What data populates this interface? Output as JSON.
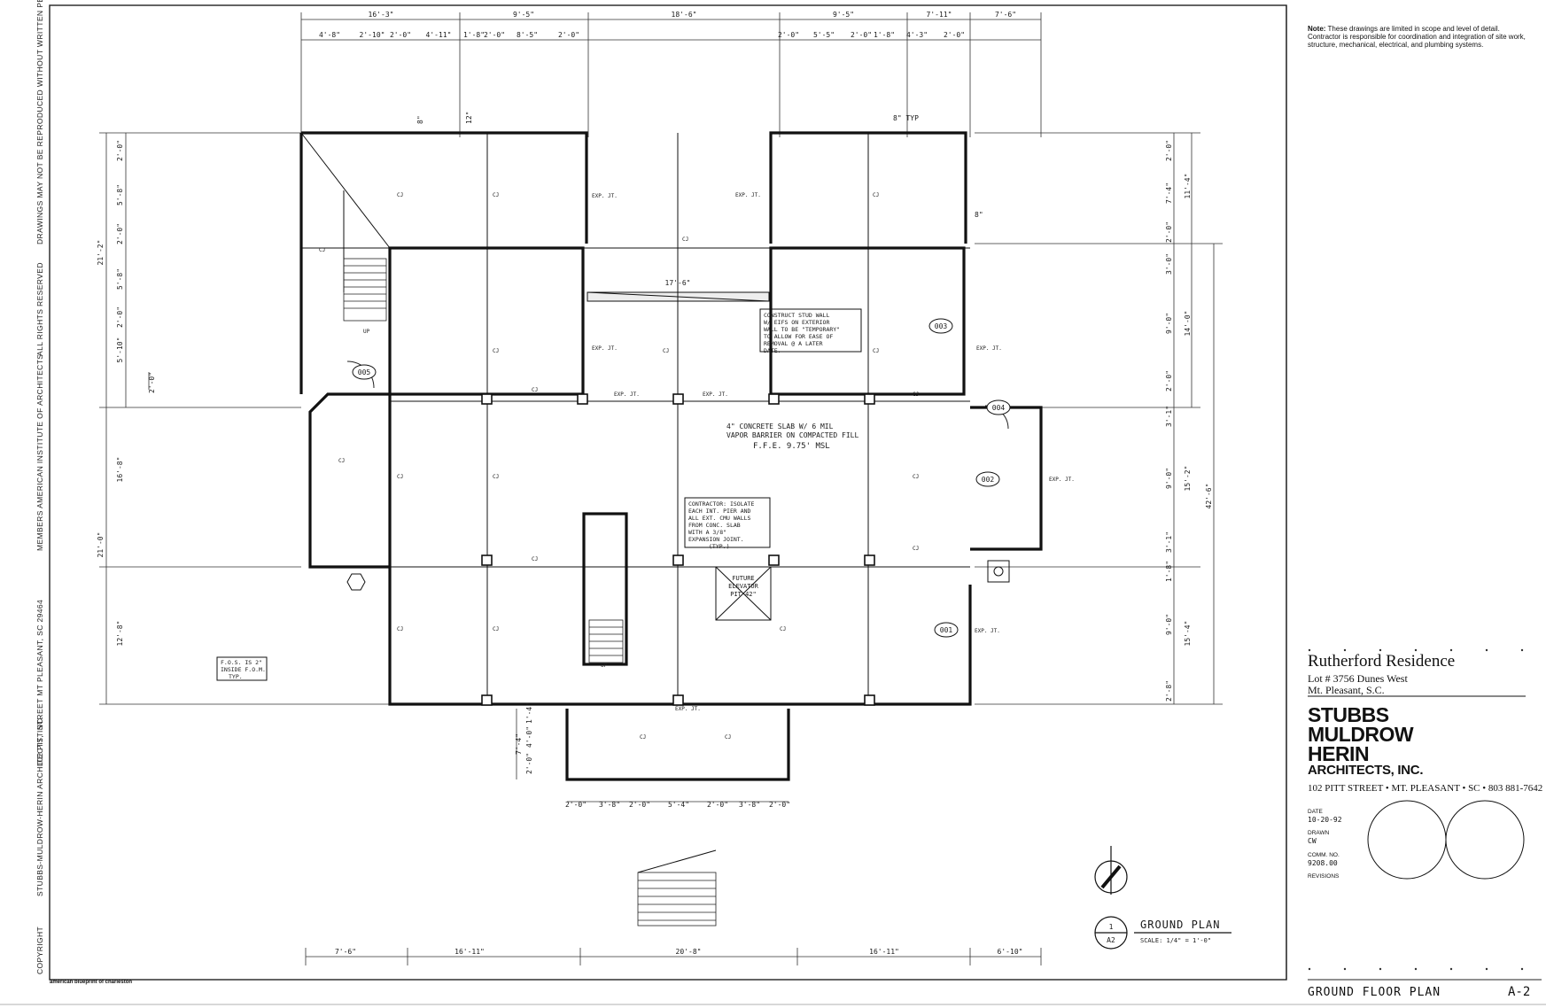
{
  "margin": {
    "copyright": "COPYRIGHT",
    "firm": "STUBBS-MULDROW-HERIN ARCHITECTS, INC.",
    "address": "102 PITT STREET MT PLEASANT, SC 29464",
    "members": "MEMBERS AMERICAN INSTITUTE OF ARCHITECTS",
    "rights": "ALL RIGHTS RESERVED",
    "reproduction": "DRAWINGS MAY NOT BE REPRODUCED WITHOUT WRITTEN PERMISSION"
  },
  "printer_mark": "american blueprint of charleston",
  "plan": {
    "dims_top_overall": [
      "16'-3\"",
      "9'-5\"",
      "18'-6\"",
      "9'-5\"",
      "7'-11\"",
      "7'-6\""
    ],
    "dims_top_detail_left": [
      "4'-8\"",
      "2'-10\"",
      "2'-0\"",
      "4'-11\"",
      "1'-8\"",
      "2'-0\"",
      "8'-5\"",
      "2'-0\""
    ],
    "dims_top_detail_right": [
      "2'-0\"",
      "5'-5\"",
      "2'-0\"",
      "1'-8\"",
      "4'-3\"",
      "2'-0\""
    ],
    "dims_left_detail": [
      "2'-0\"",
      "5'-8\"",
      "2'-0\"",
      "5'-8\"",
      "2'-0\"",
      "5'-10\""
    ],
    "dims_left_overall": [
      "21'-2\"",
      "16'-8\"",
      "21'-0\"",
      "12'-8\""
    ],
    "dims_right_detail": [
      "2'-0\"",
      "7'-4\"",
      "2'-0\"",
      "3'-0\"",
      "9'-0\"",
      "2'-0\"",
      "3'-1\"",
      "9'-0\"",
      "3'-1\"",
      "1'-8\"",
      "9'-0\"",
      "2'-8\""
    ],
    "dims_right_overall": [
      "11'-4\"",
      "14'-0\"",
      "15'-2\"",
      "15'-4\""
    ],
    "dims_right_total": "42'-6\"",
    "dims_bottom": [
      "7'-6\"",
      "16'-11\"",
      "20'-8\"",
      "16'-11\"",
      "6'-10\""
    ],
    "dims_porch": [
      "2'-0\"",
      "3'-8\"",
      "2'-0\"",
      "5'-4\"",
      "2'-0\"",
      "3'-8\"",
      "2'-0\""
    ],
    "dims_porch_side": [
      "7'-4\"",
      "4'-0\"",
      "2'-0\"",
      "1'-4\""
    ],
    "dim_interior": "17'-6\"",
    "dim_left_small": "2'-0\"",
    "dims_pier_marks": [
      "8\"",
      "12\"",
      "8\" TYP",
      "8\""
    ],
    "rooms": [
      "005",
      "004",
      "003",
      "002",
      "001"
    ],
    "slab_note": [
      "4\" CONCRETE SLAB W/ 6 MIL",
      "VAPOR BARRIER ON COMPACTED FILL",
      "F.F.E. 9.75' MSL"
    ],
    "stud_note": [
      "CONSTRUCT STUD WALL",
      "W/ EIFS ON EXTERIOR",
      "WALL TO BE \"TEMPORARY\"",
      "TO ALLOW FOR EASE OF",
      "REMOVAL @ A LATER",
      "DATE."
    ],
    "contractor_note": [
      "CONTRACTOR: ISOLATE",
      "EACH INT. PIER AND",
      "ALL EXT. CMU WALLS",
      "FROM CONC. SLAB",
      "WITH A 3/8\"",
      "EXPANSION JOINT.",
      "(TYP.)"
    ],
    "elevator_note": [
      "FUTURE",
      "ELEVATOR",
      "PIT 42\""
    ],
    "fos_note": [
      "F.O.S. IS 2\"",
      "INSIDE F.O.M.",
      "TYP."
    ],
    "cj": "CJ",
    "exp_jt": "EXP. JT.",
    "up": "UP",
    "title": "GROUND PLAN",
    "title_num": "1",
    "title_sheet": "A2",
    "scale": "SCALE: 1/4\" = 1'-0\""
  },
  "title_block": {
    "note_label": "Note:",
    "note_text": "These drawings are limited in scope and level of detail. Contractor is responsible for coordination and integration of site work, structure, mechanical, electrical, and plumbing systems.",
    "project_name": "Rutherford Residence",
    "project_lot": "Lot # 3756 Dunes West",
    "project_city": "Mt. Pleasant, S.C.",
    "firm_lines": [
      "STUBBS",
      "MULDROW",
      "HERIN"
    ],
    "firm_sub": "ARCHITECTS, INC.",
    "firm_address": "102 PITT STREET • MT. PLEASANT • SC • 803 881-7642",
    "date_label": "DATE",
    "date_value": "10-20-92",
    "drawn_label": "DRAWN",
    "drawn_value": "CW",
    "comm_label": "COMM. NO.",
    "comm_value": "9208.00",
    "revisions_label": "REVISIONS",
    "sheet_title": "GROUND FLOOR PLAN",
    "sheet_number": "A-2"
  }
}
